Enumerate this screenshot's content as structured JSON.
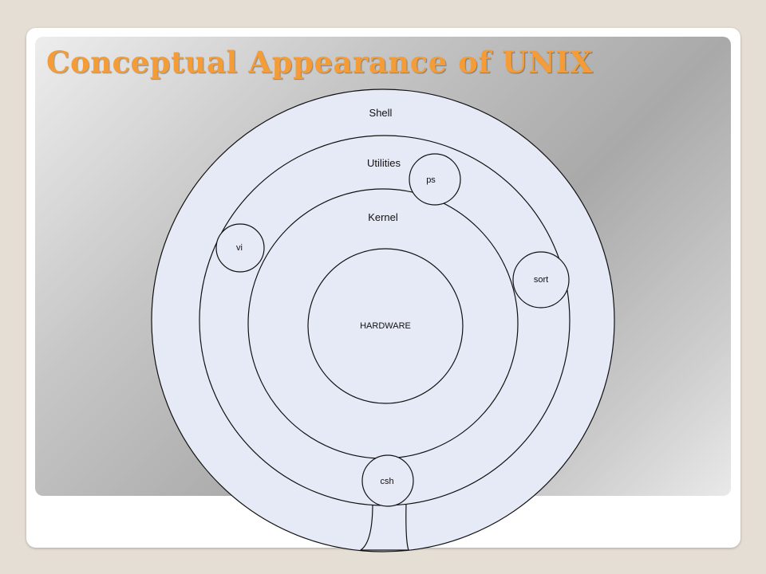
{
  "slide": {
    "title": "Conceptual Appearance of UNIX",
    "title_color": "#f39c38"
  },
  "diagram": {
    "fill_color": "#e6eaf6",
    "layers": {
      "shell": "Shell",
      "utilities": "Utilities",
      "kernel": "Kernel",
      "hardware": "HARDWARE"
    },
    "programs": {
      "ps": "ps",
      "vi": "vi",
      "sort": "sort",
      "csh": "csh"
    }
  }
}
